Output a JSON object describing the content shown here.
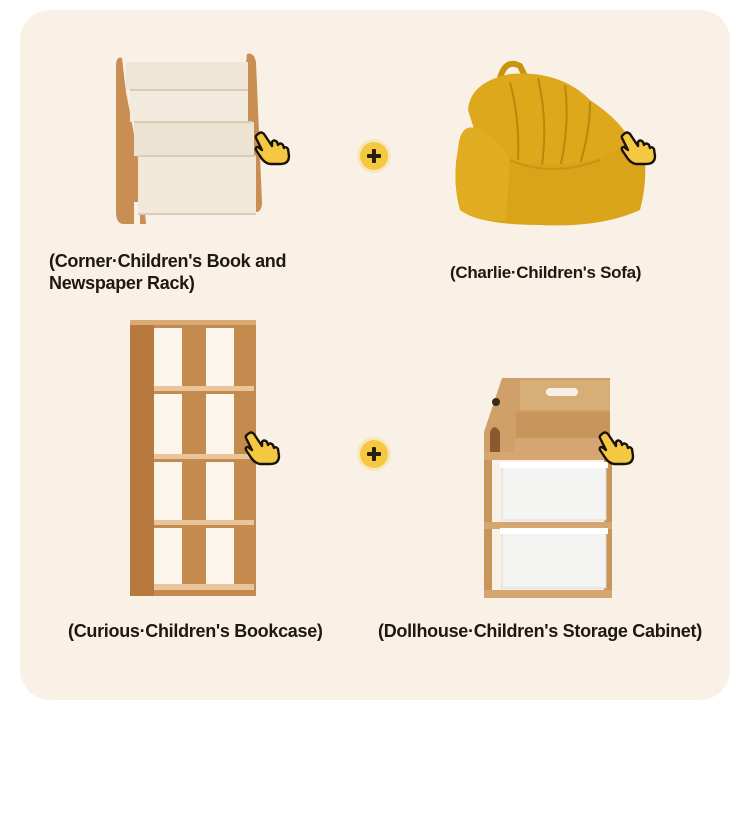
{
  "colors": {
    "card_background": "#FAF1E6",
    "accent_yellow": "#F5C842",
    "text": "#1E1712",
    "wood": "#C98E54",
    "sofa": "#DDA81C"
  },
  "products": [
    {
      "name": "(Corner·Children's Book and",
      "name_line2": "Newspaper Rack)",
      "icon": "book-rack-image"
    },
    {
      "name": "(Charlie·Children's Sofa)",
      "icon": "sofa-image"
    },
    {
      "name": "(Curious·Children's Bookcase)",
      "icon": "bookcase-image"
    },
    {
      "name": "(Dollhouse·Children's Storage Cabinet)",
      "icon": "storage-cabinet-image"
    }
  ],
  "connectors": [
    {
      "symbol": "+",
      "icon": "plus-icon"
    },
    {
      "symbol": "+",
      "icon": "plus-icon"
    }
  ],
  "pointer_icon": "pointing-hand-icon"
}
